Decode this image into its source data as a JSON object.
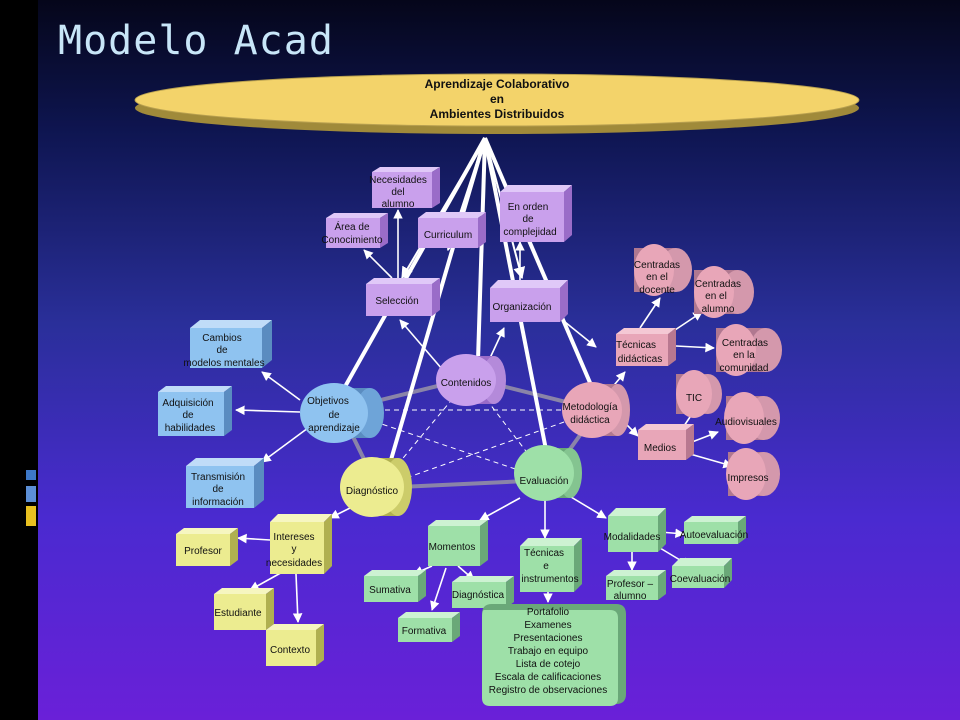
{
  "slide": {
    "title": "Modelo Acad"
  },
  "diagram": {
    "top": [
      "Aprendizaje Colaborativo",
      "en",
      "Ambientes Distribuidos"
    ],
    "necesidades_alumno": [
      "Necesidades",
      "del",
      "alumno"
    ],
    "area_conocimiento": [
      "Área de",
      "Conocimiento"
    ],
    "curriculum": [
      "Curriculum"
    ],
    "orden_complejidad": [
      "En orden",
      "de",
      "complejidad"
    ],
    "seleccion": [
      "Selección"
    ],
    "organizacion": [
      "Organización"
    ],
    "centradas_docente": [
      "Centradas",
      "en el",
      "docente"
    ],
    "centradas_alumno": [
      "Centradas",
      "en el",
      "alumno"
    ],
    "centradas_comunidad": [
      "Centradas",
      "en la",
      "comunidad"
    ],
    "tecnicas_didacticas": [
      "Técnicas",
      "didácticas"
    ],
    "tic": [
      "TIC"
    ],
    "audiovisuales": [
      "Audiovisuales"
    ],
    "impresos": [
      "Impresos"
    ],
    "medios": [
      "Medios"
    ],
    "cambios_modelos": [
      "Cambios",
      "de",
      "modelos mentales"
    ],
    "adquisicion_habilidades": [
      "Adquisición",
      "de",
      "habilidades"
    ],
    "transmision_informacion": [
      "Transmisión",
      "de",
      "información"
    ],
    "objetivos": [
      "Objetivos",
      "de",
      "aprendizaje"
    ],
    "contenidos": [
      "Contenidos"
    ],
    "metodologia": [
      "Metodología",
      "didáctica"
    ],
    "diagnostico": [
      "Diagnóstico"
    ],
    "evaluacion": [
      "Evaluación"
    ],
    "profesor": [
      "Profesor"
    ],
    "intereses": [
      "Intereses",
      "y",
      "necesidades"
    ],
    "estudiante": [
      "Estudiante"
    ],
    "contexto": [
      "Contexto"
    ],
    "momentos": [
      "Momentos"
    ],
    "sumativa": [
      "Sumativa"
    ],
    "diagnostica": [
      "Diagnóstica"
    ],
    "formativa": [
      "Formativa"
    ],
    "tecnicas_instrumentos": [
      "Técnicas",
      "e",
      "instrumentos"
    ],
    "modalidades": [
      "Modalidades"
    ],
    "autoevaluacion": [
      "Autoevaluación"
    ],
    "profesor_alumno": [
      "Profesor –",
      "alumno"
    ],
    "coevaluacion": [
      "Coevaluación"
    ],
    "instrumentos_lista": [
      "Portafolio",
      "Examenes",
      "Presentaciones",
      "Trabajo en equipo",
      "Lista de cotejo",
      "Escala de calificaciones",
      "Registro de observaciones"
    ]
  },
  "colors": {
    "purple": "#c9a0ec",
    "pink": "#e8a6b8",
    "blue": "#8fc3f0",
    "yellow": "#ecec90",
    "green": "#9ee0a8",
    "top_ellipse": "#f3d36a",
    "deco_blue": "#3d78c8",
    "deco_yellow": "#e8c020"
  }
}
